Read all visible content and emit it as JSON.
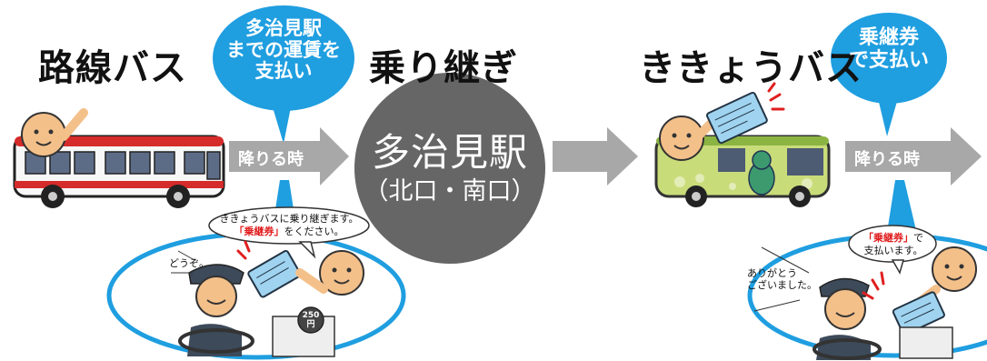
{
  "sections": {
    "route_bus": "路線バス",
    "transfer": "乗り継ぎ",
    "kikyo_bus": "ききょうバス"
  },
  "bubbles": {
    "left_line1": "多治見駅",
    "left_line2": "までの運賃を",
    "left_line3": "支払い",
    "right_line1": "乗継券",
    "right_line2": "で支払い"
  },
  "arrows": {
    "left_label": "降りる時",
    "right_label": "降りる時"
  },
  "station": {
    "name": "多治見駅",
    "exits": "（北口・南口）"
  },
  "scene_left": {
    "speech_line1": "ききょうバスに乗り継ぎます。",
    "speech_red": "「乗継券」",
    "speech_line2_rest": "をください。",
    "driver_line": "どうぞ。",
    "fare_coin": "250",
    "fare_coin_unit": "円"
  },
  "scene_right": {
    "speech_red": "「乗継券」",
    "speech_line1_rest": "で",
    "speech_line2": "支払います。",
    "driver_line1": "ありがとう",
    "driver_line2": "ございました。"
  },
  "colors": {
    "bubble_blue": "#1f9ee0",
    "ellipse_blue": "#1f9ee0",
    "arrow_gray": "#a8a8a8",
    "circle_dark": "#666666",
    "bus_red": "#d52b2b",
    "skin": "#f4c08a"
  }
}
